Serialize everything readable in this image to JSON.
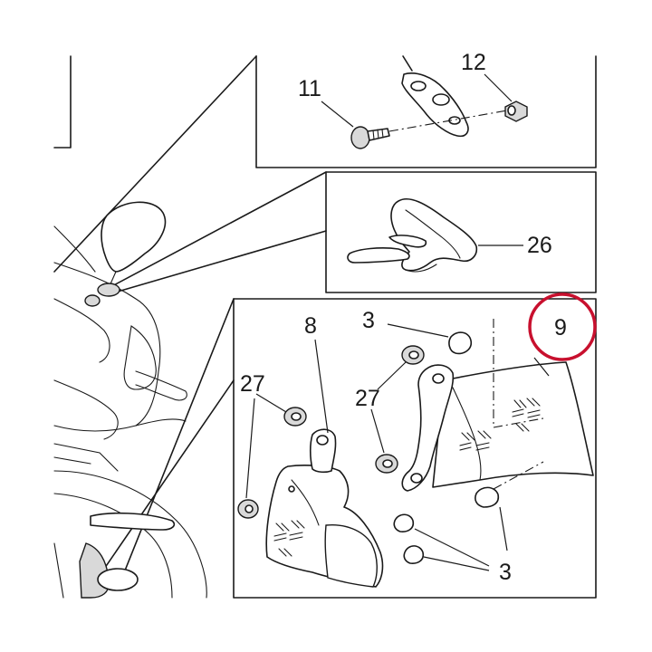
{
  "diagram": {
    "callouts": {
      "c11": "11",
      "c12": "12",
      "c26": "26",
      "c9": "9",
      "c8": "8",
      "c3_top": "3",
      "c27_mid": "27",
      "c27_left": "27",
      "c3_bottom": "3"
    },
    "highlight_color": "#c8102e",
    "line_color": "#1a1a1a"
  }
}
